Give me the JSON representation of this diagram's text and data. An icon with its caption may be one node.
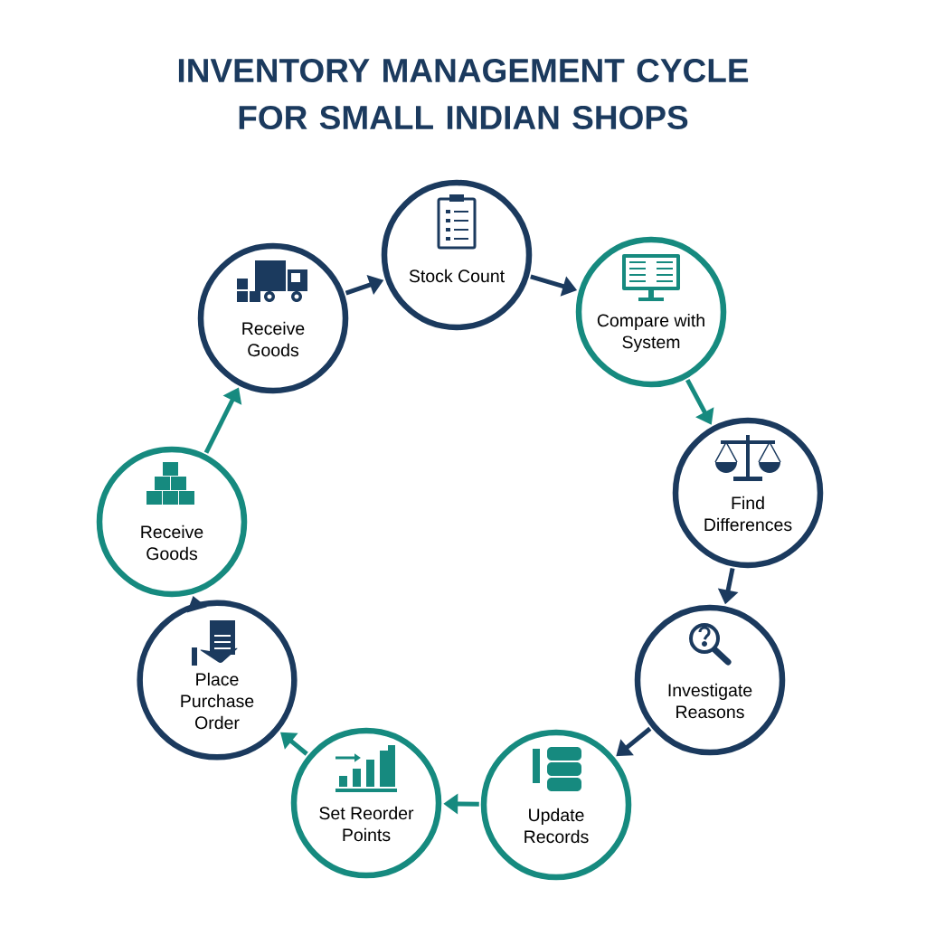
{
  "diagram": {
    "title": "INVENTORY MANAGEMENT CYCLE FOR SMALL INDIAN SHOPS",
    "nodes": [
      {
        "text": [
          "Stock Count"
        ]
      },
      {
        "text": [
          "Compare with System"
        ]
      },
      {
        "text": [
          "Find Differences"
        ]
      },
      {
        "text": [
          "Investigate Reasons"
        ]
      },
      {
        "text": [
          "Update Records"
        ]
      },
      {
        "text": [
          "Set Reorder Points"
        ]
      },
      {
        "text": [
          "Place Purchase Order"
        ]
      },
      {
        "text": [
          "Receive Goods"
        ]
      },
      {
        "text": [
          "Receive Goods"
        ]
      }
    ],
    "edges": [
      {
        "from": 0,
        "to": 1,
        "arrow": "to"
      },
      {
        "from": 1,
        "to": 2,
        "arrow": "to",
        "color": "#168a7f"
      },
      {
        "from": 2,
        "to": 3,
        "arrow": "to"
      },
      {
        "from": 3,
        "to": 4,
        "arrow": "to"
      },
      {
        "from": 4,
        "to": 5,
        "arrow": "to",
        "color": "#168a7f"
      },
      {
        "from": 5,
        "to": 6,
        "arrow": "to",
        "color": "#168a7f"
      },
      {
        "from": 6,
        "to": 7,
        "arrow": "to"
      },
      {
        "from": 7,
        "to": 8,
        "arrow": "to",
        "color": "#168a7f"
      },
      {
        "from": 8,
        "to": 0,
        "arrow": "to"
      }
    ]
  }
}
